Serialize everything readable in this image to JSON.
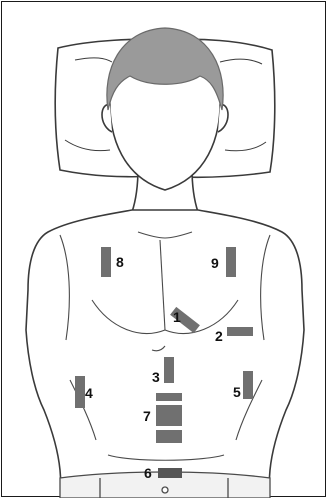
{
  "figure": {
    "colors": {
      "outline": "#3a3a3a",
      "hair": "#9a9a9a",
      "electrode": "#707070",
      "electrode_dark": "#555555",
      "skin": "#ffffff"
    },
    "electrodes": [
      {
        "id": "1",
        "label": "1"
      },
      {
        "id": "2",
        "label": "2"
      },
      {
        "id": "3",
        "label": "3"
      },
      {
        "id": "4",
        "label": "4"
      },
      {
        "id": "5",
        "label": "5"
      },
      {
        "id": "6",
        "label": "6"
      },
      {
        "id": "7",
        "label": "7"
      },
      {
        "id": "8",
        "label": "8"
      },
      {
        "id": "9",
        "label": "9"
      }
    ]
  }
}
